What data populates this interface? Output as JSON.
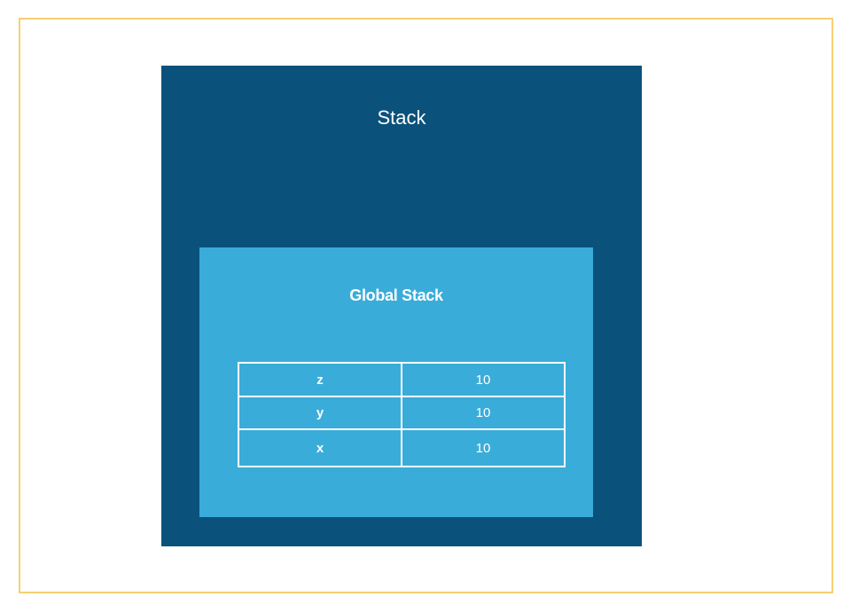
{
  "diagram": {
    "stack_title": "Stack",
    "global_stack_title": "Global Stack",
    "variables": [
      {
        "name": "z",
        "value": "10"
      },
      {
        "name": "y",
        "value": "10"
      },
      {
        "name": "x",
        "value": "10"
      }
    ]
  },
  "colors": {
    "frame_border": "#f7cf72",
    "stack_background": "#0a527c",
    "global_stack_background": "#3aacd9",
    "text": "#ffffff"
  }
}
